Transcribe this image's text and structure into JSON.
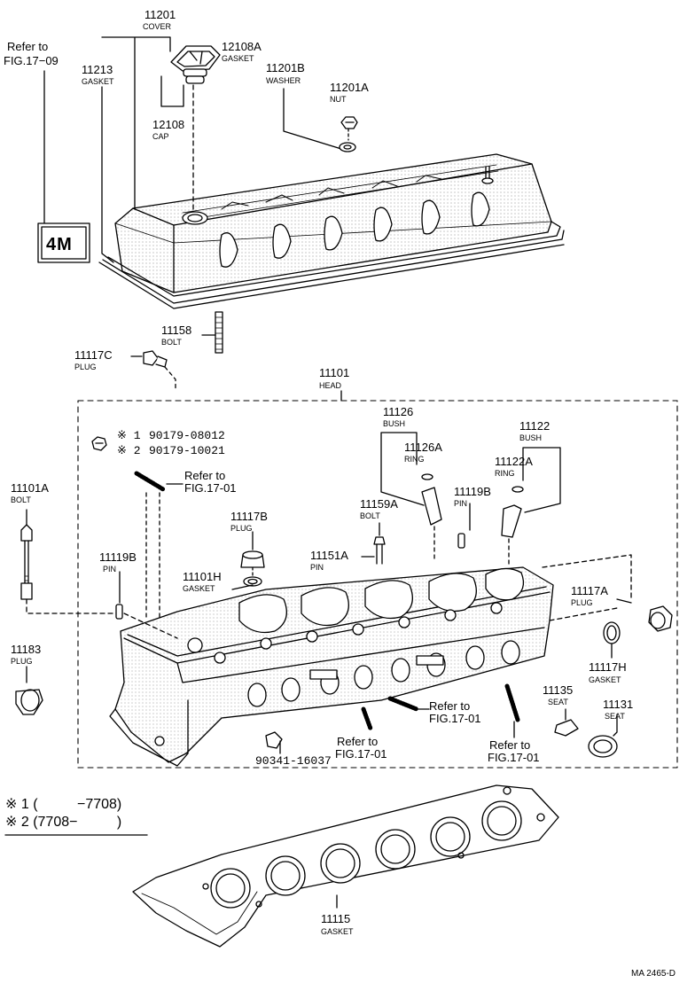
{
  "labels": {
    "cover": {
      "num": "11201",
      "name": "COVER"
    },
    "ref_top": {
      "line1": "Refer to",
      "line2": "FIG.17−09"
    },
    "cover_gasket": {
      "num": "11213",
      "name": "GASKET"
    },
    "cap_gasket": {
      "num": "12108A",
      "name": "GASKET"
    },
    "cap": {
      "num": "12108",
      "name": "CAP"
    },
    "washer": {
      "num": "11201B",
      "name": "WASHER"
    },
    "nut": {
      "num": "11201A",
      "name": "NUT"
    },
    "bolt_11158": {
      "num": "11158",
      "name": "BOLT"
    },
    "plug_11117c": {
      "num": "11117C",
      "name": "PLUG"
    },
    "head": {
      "num": "11101",
      "name": "HEAD"
    },
    "bush_11126": {
      "num": "11126",
      "name": "BUSH"
    },
    "ring_11126a": {
      "num": "11126A",
      "name": "RING"
    },
    "bush_11122": {
      "num": "11122",
      "name": "BUSH"
    },
    "ring_11122a": {
      "num": "11122A",
      "name": "RING"
    },
    "alt1": {
      "mark": "※ 1",
      "num": "90179-08012"
    },
    "alt2": {
      "mark": "※ 2",
      "num": "90179-10021"
    },
    "bolt_11101a": {
      "num": "11101A",
      "name": "BOLT"
    },
    "ref_stud1": {
      "line1": "Refer to",
      "line2": "FIG.17-01"
    },
    "bolt_11159a": {
      "num": "11159A",
      "name": "BOLT"
    },
    "pin_11119b_r": {
      "num": "11119B",
      "name": "PIN"
    },
    "plug_11117b": {
      "num": "11117B",
      "name": "PLUG"
    },
    "pin_11151a": {
      "num": "11151A",
      "name": "PIN"
    },
    "pin_11119b_l": {
      "num": "11119B",
      "name": "PIN"
    },
    "gasket_11101h": {
      "num": "11101H",
      "name": "GASKET"
    },
    "plug_11117a": {
      "num": "11117A",
      "name": "PLUG"
    },
    "gasket_11117h": {
      "num": "11117H",
      "name": "GASKET"
    },
    "plug_11183": {
      "num": "11183",
      "name": "PLUG"
    },
    "seat_11135": {
      "num": "11135",
      "name": "SEAT"
    },
    "seat_11131": {
      "num": "11131",
      "name": "SEAT"
    },
    "ref_stud2": {
      "line1": "Refer to",
      "line2": "FIG.17-01"
    },
    "ref_stud3": {
      "line1": "Refer to",
      "line2": "FIG.17-01"
    },
    "ref_stud4": {
      "line1": "Refer to",
      "line2": "FIG.17-01"
    },
    "plug_90341": {
      "num": "90341-16037"
    },
    "head_gasket": {
      "num": "11115",
      "name": "GASKET"
    },
    "badge": {
      "text": "4M"
    },
    "footnote1": "※ 1 (          −7708)",
    "footnote2": "※ 2 (7708−          )",
    "figure_id": "MA 2465-D"
  }
}
